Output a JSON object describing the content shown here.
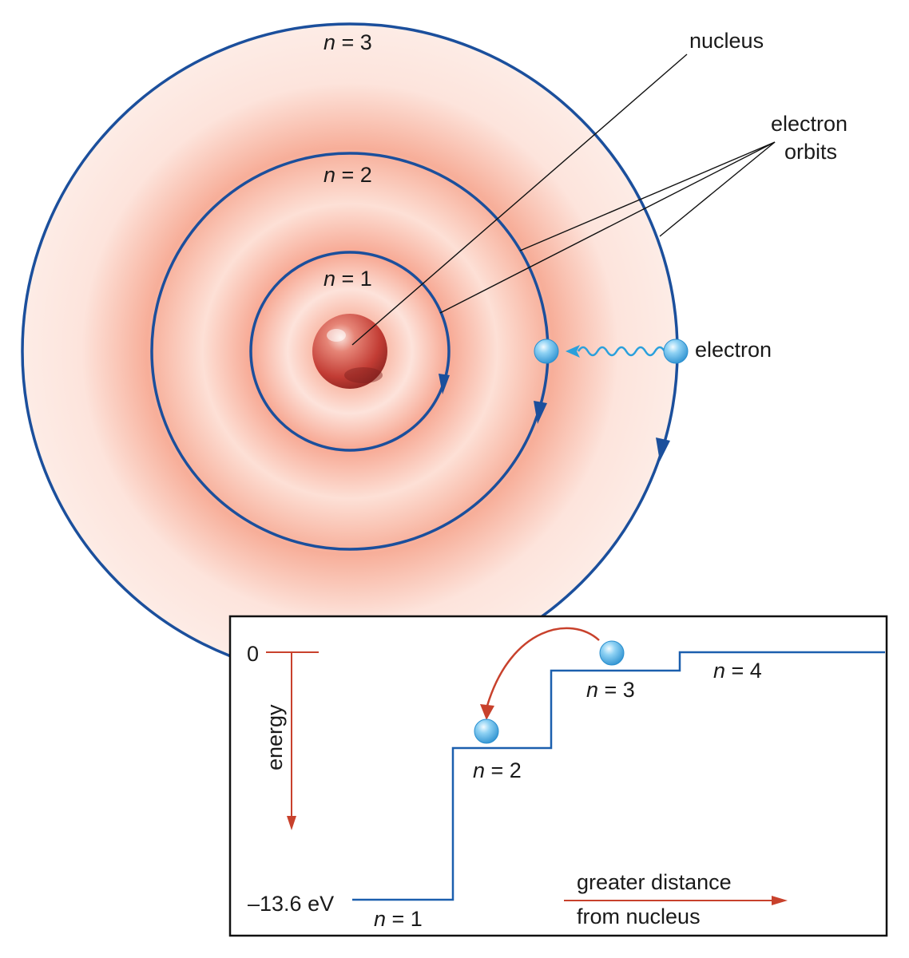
{
  "atom": {
    "orbits": [
      {
        "n_italic": "n",
        "rest": " = 1"
      },
      {
        "n_italic": "n",
        "rest": " = 2"
      },
      {
        "n_italic": "n",
        "rest": " = 3"
      }
    ],
    "labels": {
      "nucleus": "nucleus",
      "electron_orbits_line1": "electron",
      "electron_orbits_line2": "orbits",
      "electron": "electron"
    },
    "colors": {
      "orbit": "#1b4f9c",
      "glow": "#f6a48f",
      "nucleus": "#c8413a",
      "electron": "#5fb5e8",
      "photon": "#2aa0dc"
    }
  },
  "energy_diagram": {
    "zero_label": "0",
    "ground_label": "–13.6 eV",
    "axis_label": "energy",
    "levels": [
      {
        "n_italic": "n",
        "rest": " = 1"
      },
      {
        "n_italic": "n",
        "rest": " = 2"
      },
      {
        "n_italic": "n",
        "rest": " = 3"
      },
      {
        "n_italic": "n",
        "rest": " = 4"
      }
    ],
    "distance_line1": "greater distance",
    "distance_line2": "from nucleus",
    "colors": {
      "level": "#1b5fae",
      "arrow": "#c8412c",
      "frame": "#111111"
    }
  }
}
